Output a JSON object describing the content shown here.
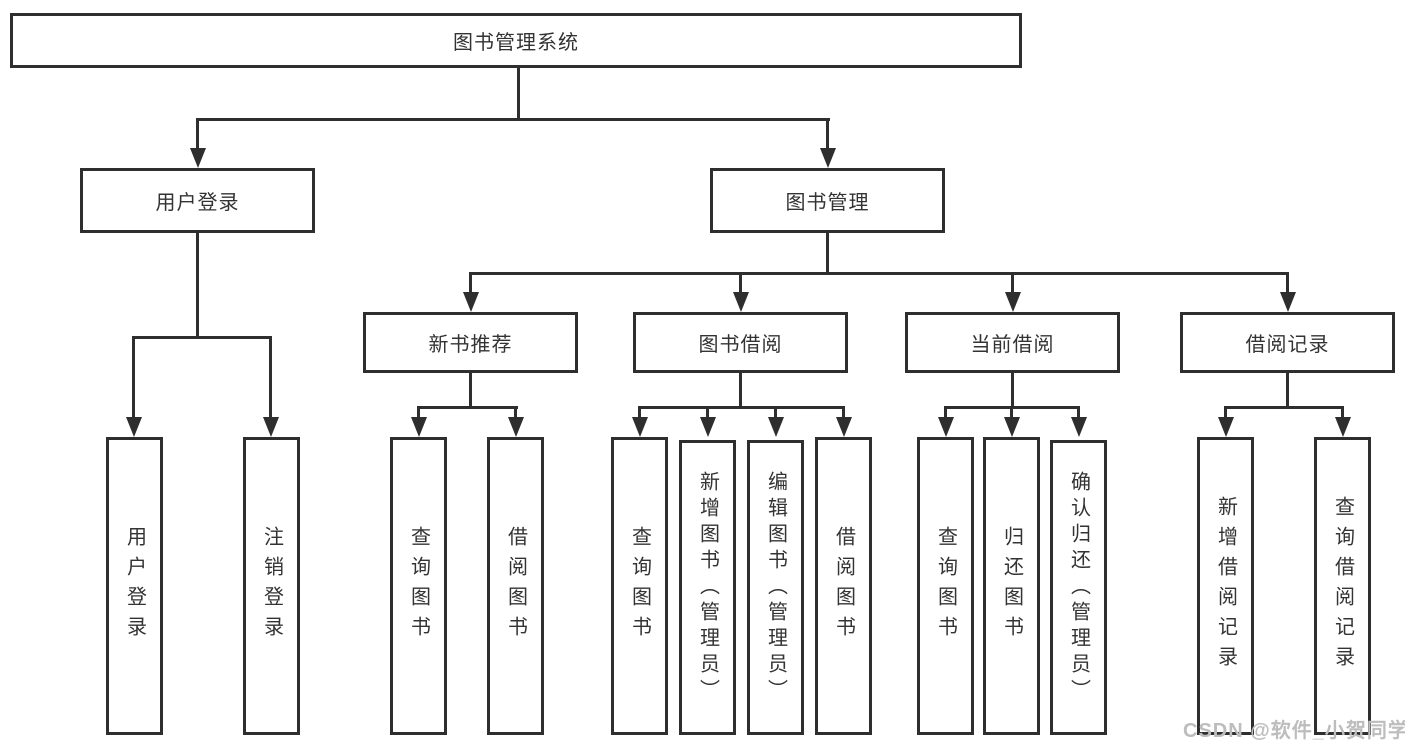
{
  "diagram": {
    "root_label": "图书管理系统",
    "level2": [
      {
        "label": "用户登录"
      },
      {
        "label": "图书管理"
      }
    ],
    "level3": [
      {
        "label": "新书推荐"
      },
      {
        "label": "图书借阅"
      },
      {
        "label": "当前借阅"
      },
      {
        "label": "借阅记录"
      }
    ],
    "leaves": {
      "login": [
        "用户登录",
        "注销登录"
      ],
      "new_book": [
        "查询图书",
        "借阅图书"
      ],
      "book_borrow": [
        "查询图书",
        "新增图书（管理员）",
        "编辑图书（管理员）",
        "借阅图书"
      ],
      "current_borrow": [
        "查询图书",
        "归还图书",
        "确认归还（管理员）"
      ],
      "borrow_record": [
        "新增借阅记录",
        "查询借阅记录"
      ]
    }
  },
  "watermark": {
    "text": "CSDN @软件_小贺同学"
  },
  "colors": {
    "line": "#2e2e2e",
    "text": "#333333",
    "watermark": "#bdbdbd",
    "background": "#ffffff"
  }
}
